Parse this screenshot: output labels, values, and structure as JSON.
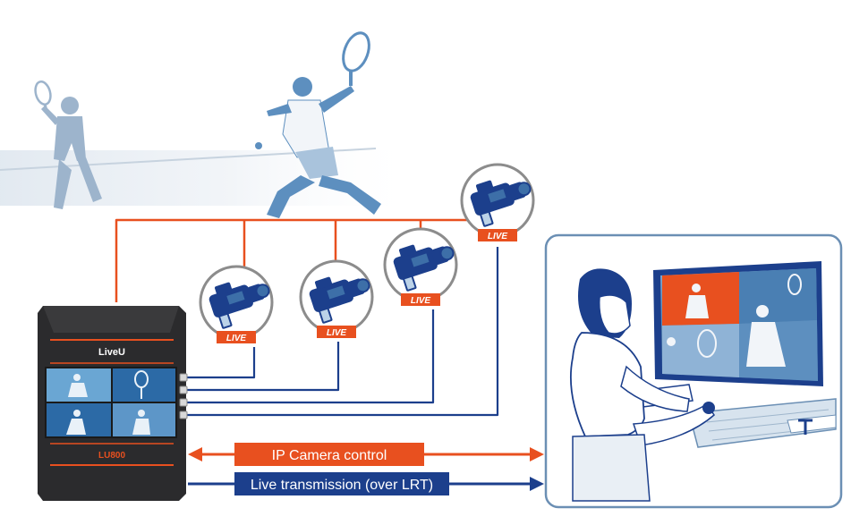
{
  "device": {
    "brand": "LiveU",
    "model": "LU800"
  },
  "cameras": [
    {
      "badge": "LIVE"
    },
    {
      "badge": "LIVE"
    },
    {
      "badge": "LIVE"
    },
    {
      "badge": "LIVE"
    }
  ],
  "links": {
    "control_label": "IP Camera control",
    "transmission_label": "Live transmission (over LRT)"
  },
  "colors": {
    "orange": "#e8501f",
    "navy": "#1c3f8c",
    "device": "#2b2b2d",
    "sky_blue": "#5d8fbf",
    "panel_border": "#6b8fb4"
  },
  "icons": {
    "camera": "video-camera-icon",
    "player": "tennis-player-icon",
    "operator": "operator-at-workstation-icon"
  }
}
